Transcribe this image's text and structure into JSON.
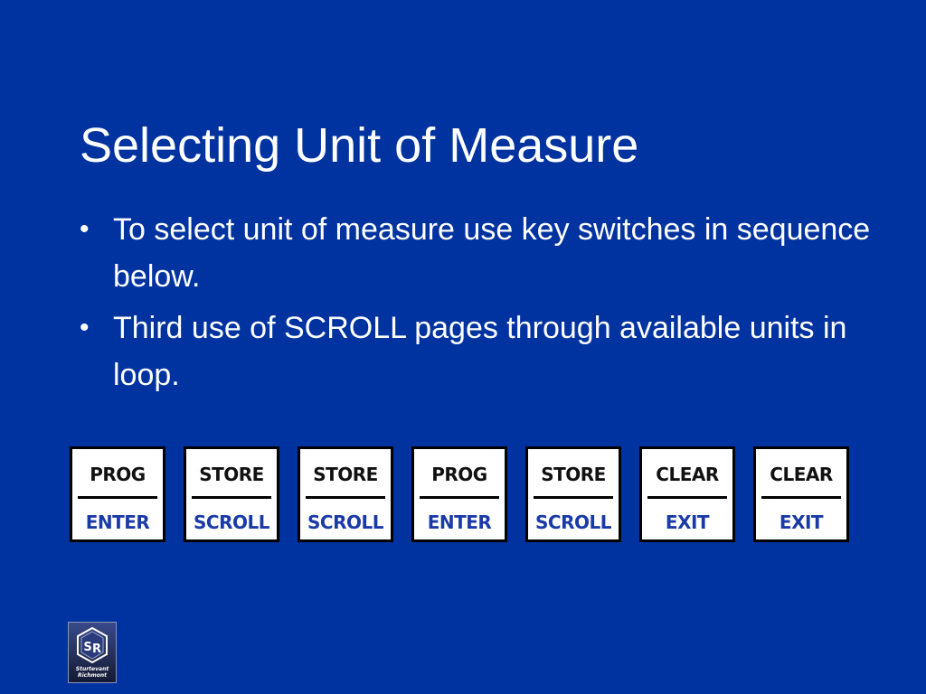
{
  "slide": {
    "title": "Selecting Unit of Measure",
    "bullets": [
      "To select unit of measure use key switches in sequence below.",
      "Third use of SCROLL pages through available units in loop."
    ]
  },
  "keys": [
    {
      "top": "PROG",
      "bottom": "ENTER"
    },
    {
      "top": "STORE",
      "bottom": "SCROLL"
    },
    {
      "top": "STORE",
      "bottom": "SCROLL"
    },
    {
      "top": "PROG",
      "bottom": "ENTER"
    },
    {
      "top": "STORE",
      "bottom": "SCROLL"
    },
    {
      "top": "CLEAR",
      "bottom": "EXIT"
    },
    {
      "top": "CLEAR",
      "bottom": "EXIT"
    }
  ],
  "logo": {
    "text": "Sturtevant Richmont"
  },
  "colors": {
    "background": "#0033a0",
    "text": "#ffffff",
    "key_bottom_text": "#1a3aa8"
  }
}
